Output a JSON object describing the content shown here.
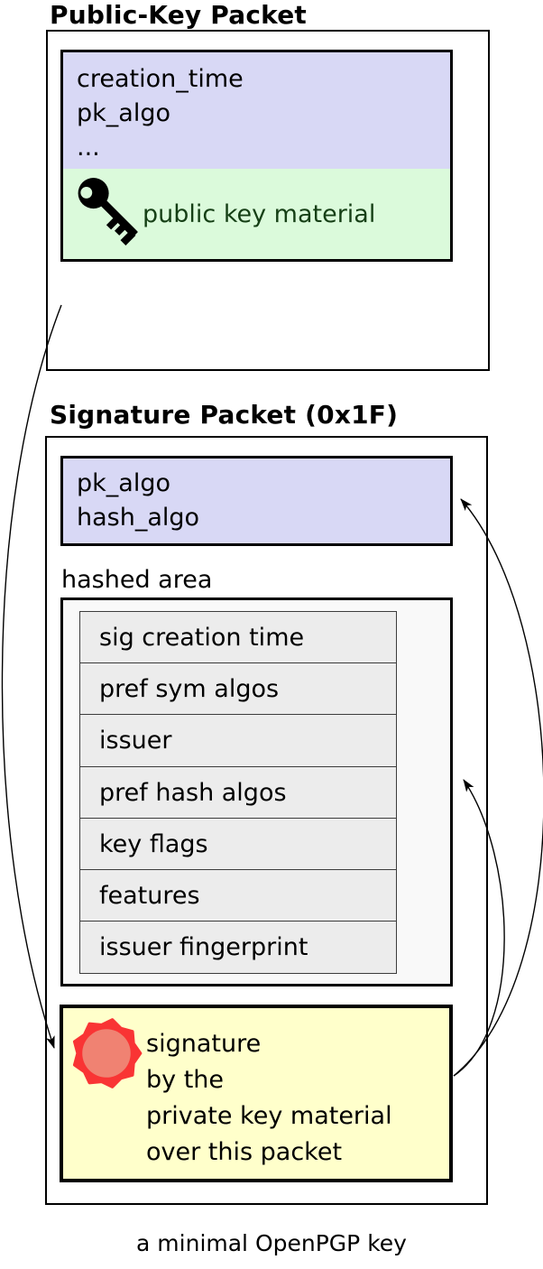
{
  "colors": {
    "purple": "#d8d8f5",
    "green": "#dbfadb",
    "green_text": "#153f15",
    "yellow": "#ffffcb",
    "seal_red": "#f93434",
    "seal_inner": "#f08272",
    "row_gray": "#ececec",
    "hashed_bg": "#f9f9f9"
  },
  "public_key_packet": {
    "title": "Public-Key Packet",
    "header_fields": [
      "creation_time",
      "pk_algo",
      "..."
    ],
    "material_label": "public key material",
    "material_icon": "key-icon"
  },
  "signature_packet": {
    "title": "Signature Packet (0x1F)",
    "header_fields": [
      "pk_algo",
      "hash_algo"
    ],
    "hashed_area": {
      "label": "hashed area",
      "subpackets": [
        "sig creation time",
        "pref sym algos",
        "issuer",
        "pref hash algos",
        "key flags",
        "features",
        "issuer fingerprint"
      ]
    },
    "signature": {
      "icon": "seal-icon",
      "lines": [
        "signature",
        "by the",
        "private key material",
        "over this packet"
      ]
    }
  },
  "caption": "a minimal OpenPGP key"
}
